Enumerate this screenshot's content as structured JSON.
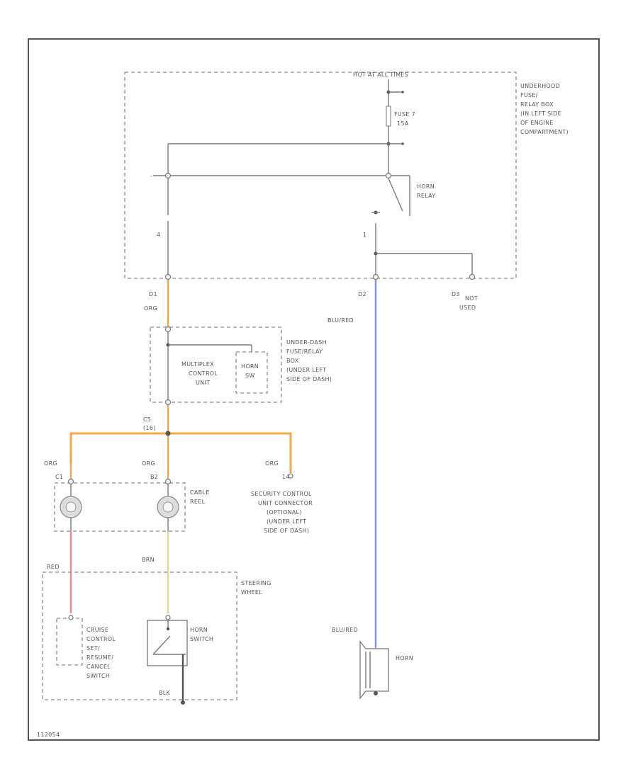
{
  "figure_id": "112054",
  "fuse_box": {
    "hot_label": "HOT AT ALL TIMES",
    "location": [
      "UNDERHOOD",
      "FUSE/",
      "RELAY BOX",
      "(IN LEFT SIDE",
      "OF ENGINE",
      "COMPARTMENT)"
    ],
    "fuse": [
      "FUSE 7",
      "15A"
    ],
    "relay": [
      "HORN",
      "RELAY"
    ],
    "pin_4": "4",
    "pin_1": "1",
    "connector_d1": "D1",
    "connector_d2": "D2",
    "connector_d3": "D3",
    "not_used": [
      "NOT",
      "USED"
    ]
  },
  "under_dash_box": {
    "location": [
      "UNDER-DASH",
      "FUSE/RELAY",
      "BOX",
      "(UNDER LEFT",
      "SIDE OF DASH)"
    ],
    "mcu": [
      "MULTIPLEX",
      "CONTROL",
      "UNIT"
    ],
    "horn_sw": [
      "HORN",
      "SW"
    ],
    "connector": [
      "C5",
      "(16)"
    ]
  },
  "cable_reel": {
    "label": [
      "CABLE",
      "REEL"
    ],
    "pin_left": "C1",
    "pin_mid": "B2"
  },
  "security_unit": {
    "pin": "14",
    "label": [
      "SECURITY CONTROL",
      "UNIT CONNECTOR",
      "(OPTIONAL)",
      "(UNDER LEFT",
      "SIDE OF DASH)"
    ]
  },
  "steering_wheel": {
    "label": [
      "STEERING",
      "WHEEL"
    ],
    "cruise": [
      "CRUISE",
      "CONTROL",
      "SET/",
      "RESUME/",
      "CANCEL",
      "SWITCH"
    ],
    "horn_switch": [
      "HORN",
      "SWITCH"
    ],
    "ground": "BLK"
  },
  "horn": {
    "label": "HORN"
  },
  "wires": {
    "org": "ORG",
    "blu_red": "BLU/RED",
    "red": "RED",
    "brn": "BRN",
    "color_org": "#f5a54a",
    "color_blu_red": "#8a8af0",
    "color_red": "#f08a8a",
    "color_brn": "#dcdc8a"
  }
}
